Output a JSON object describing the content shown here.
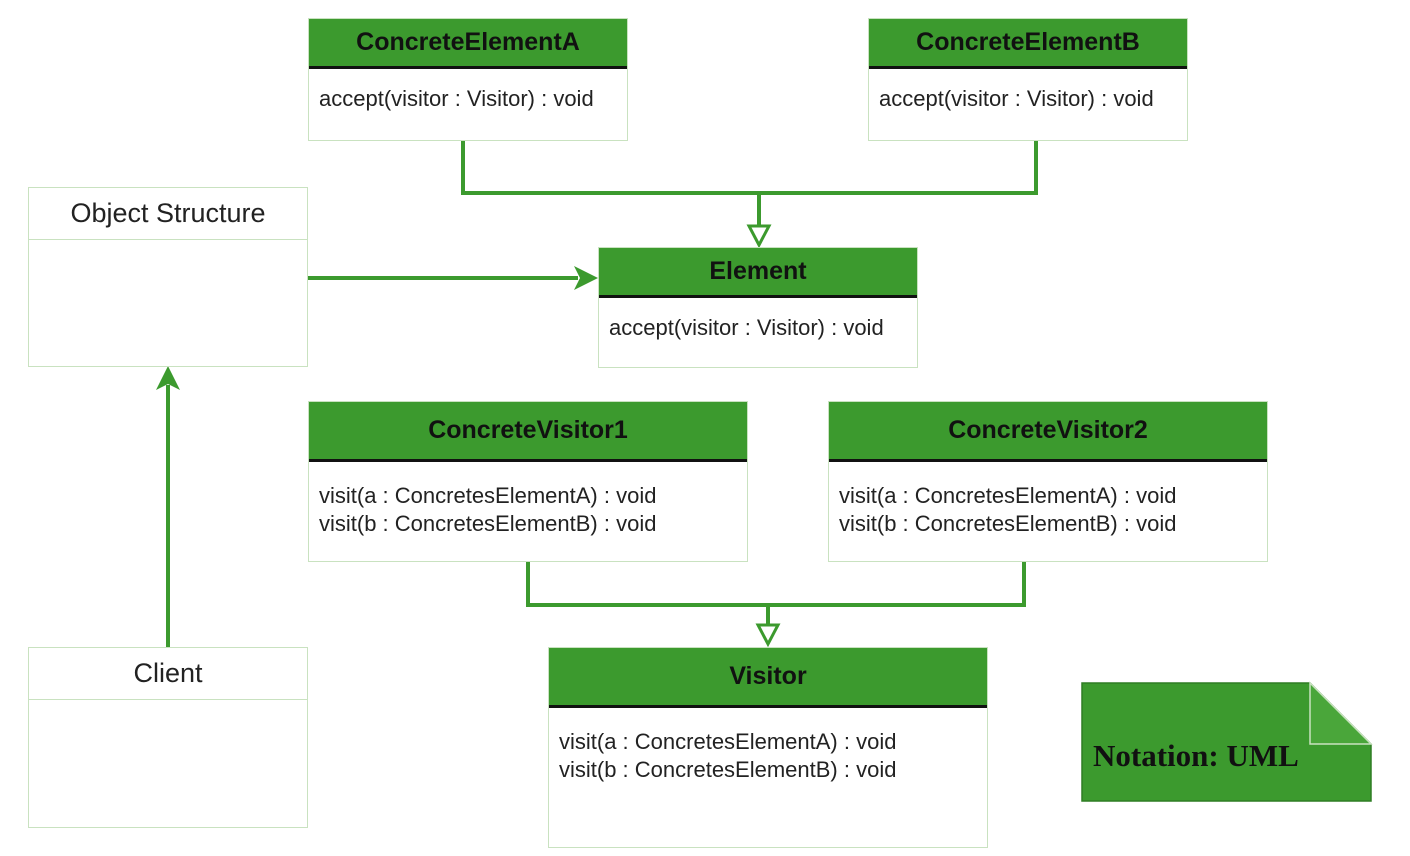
{
  "classes": {
    "concrete_element_a": {
      "name": "ConcreteElementA",
      "ops": [
        "accept(visitor : Visitor) : void"
      ]
    },
    "concrete_element_b": {
      "name": "ConcreteElementB",
      "ops": [
        "accept(visitor : Visitor) : void"
      ]
    },
    "element": {
      "name": "Element",
      "ops": [
        "accept(visitor : Visitor) : void"
      ]
    },
    "concrete_visitor_1": {
      "name": "ConcreteVisitor1",
      "ops": [
        "visit(a : ConcretesElementA) : void",
        "visit(b : ConcretesElementB) : void"
      ]
    },
    "concrete_visitor_2": {
      "name": "ConcreteVisitor2",
      "ops": [
        "visit(a : ConcretesElementA) : void",
        "visit(b : ConcretesElementB) : void"
      ]
    },
    "visitor": {
      "name": "Visitor",
      "ops": [
        "visit(a : ConcretesElementA) : void",
        "visit(b : ConcretesElementB) : void"
      ]
    }
  },
  "object_structure": {
    "name": "Object Structure"
  },
  "client": {
    "name": "Client"
  },
  "note": {
    "text": "Notation: UML"
  },
  "colors": {
    "header_green": "#3c9a2e",
    "line_green": "#3c9a2e",
    "border_green": "#c9e2c0"
  }
}
